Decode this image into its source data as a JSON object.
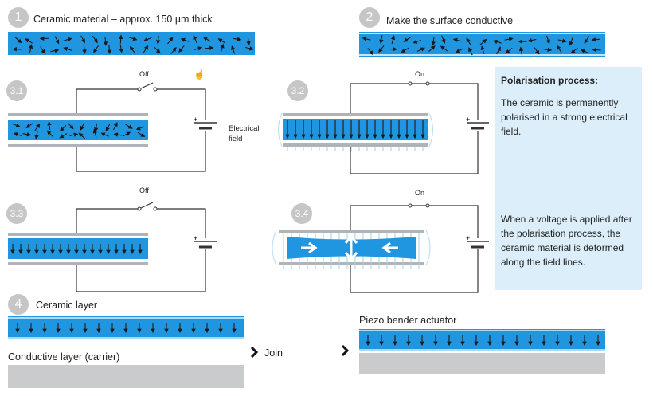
{
  "steps": {
    "s1": {
      "num": "1",
      "label": "Ceramic material – approx. 150 µm thick"
    },
    "s2": {
      "num": "2",
      "label": "Make the surface conductive"
    },
    "s31": {
      "num": "3.1",
      "switch": "Off"
    },
    "s32": {
      "num": "3.2",
      "switch": "On"
    },
    "s33": {
      "num": "3.3",
      "switch": "Off"
    },
    "s34": {
      "num": "3.4",
      "switch": "On"
    },
    "s4": {
      "num": "4",
      "label": "Ceramic layer"
    }
  },
  "electrical_field_label": "Electrical field",
  "conductive_layer_label": "Conductive layer (carrier)",
  "join_label": "Join",
  "piezo_label": "Piezo bender actuator",
  "info": {
    "title": "Polarisation process:",
    "para1": "The ceramic is permanently polarised in a strong electrical field.",
    "para2": "When a voltage is applied after the polarisation process, the ceramic material is deformed along the field lines."
  },
  "colors": {
    "ceramic": "#2196e0",
    "plate": "#b0b4b8",
    "carrier": "#c9cbcd",
    "info_bg": "#dbeef9",
    "arrow": "#1a1a1a"
  },
  "icons": [
    "hand-pointer-icon",
    "battery-icon",
    "switch-icon",
    "chevron-right-icon"
  ]
}
